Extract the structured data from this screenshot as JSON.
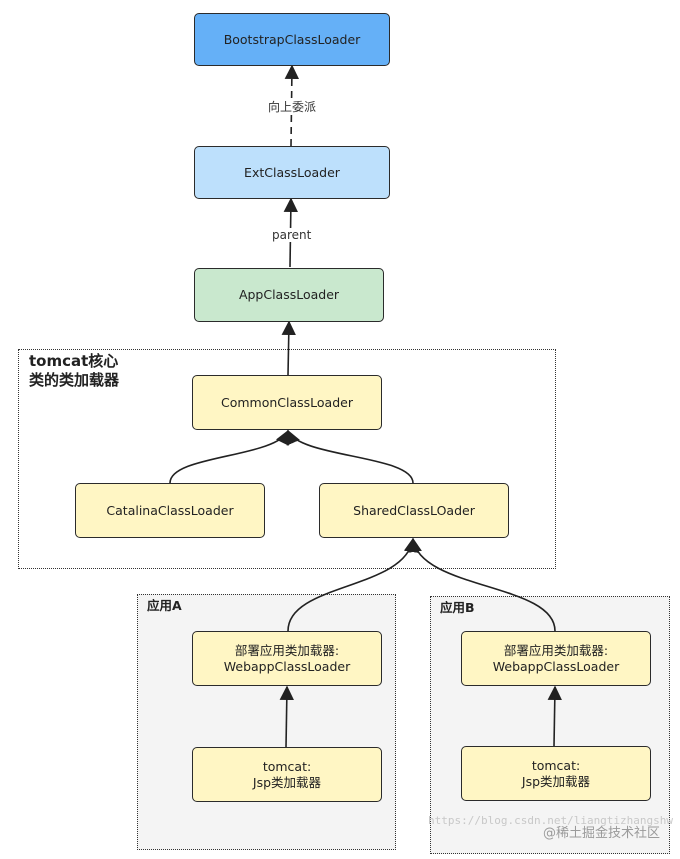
{
  "nodes": {
    "bootstrap": "BootstrapClassLoader",
    "ext": "ExtClassLoader",
    "app": "AppClassLoader",
    "common": "CommonClassLoader",
    "catalina": "CatalinaClassLoader",
    "shared": "SharedClassLOader",
    "webapp_a_line1": "部署应用类加载器:",
    "webapp_a_line2": "WebappClassLoader",
    "jsp_a_line1": "tomcat:",
    "jsp_a_line2": "Jsp类加载器",
    "webapp_b_line1": "部署应用类加载器:",
    "webapp_b_line2": "WebappClassLoader",
    "jsp_b_line1": "tomcat:",
    "jsp_b_line2": "Jsp类加载器"
  },
  "groups": {
    "tomcat_core_line1": "tomcat核心",
    "tomcat_core_line2": "类的类加载器",
    "app_a": "应用A",
    "app_b": "应用B"
  },
  "edge_labels": {
    "delegate_up": "向上委派",
    "parent": "parent"
  },
  "watermark": {
    "text": "@稀土掘金技术社区",
    "faint_url": "https://blog.csdn.net/liangtizhangshw"
  },
  "colors": {
    "bootstrap_fill": "#65b0f7",
    "ext_fill": "#bde0fc",
    "app_fill": "#c9e8ce",
    "tomcat_fill": "#fff6c4",
    "group_fill": "#f4f4f4"
  }
}
